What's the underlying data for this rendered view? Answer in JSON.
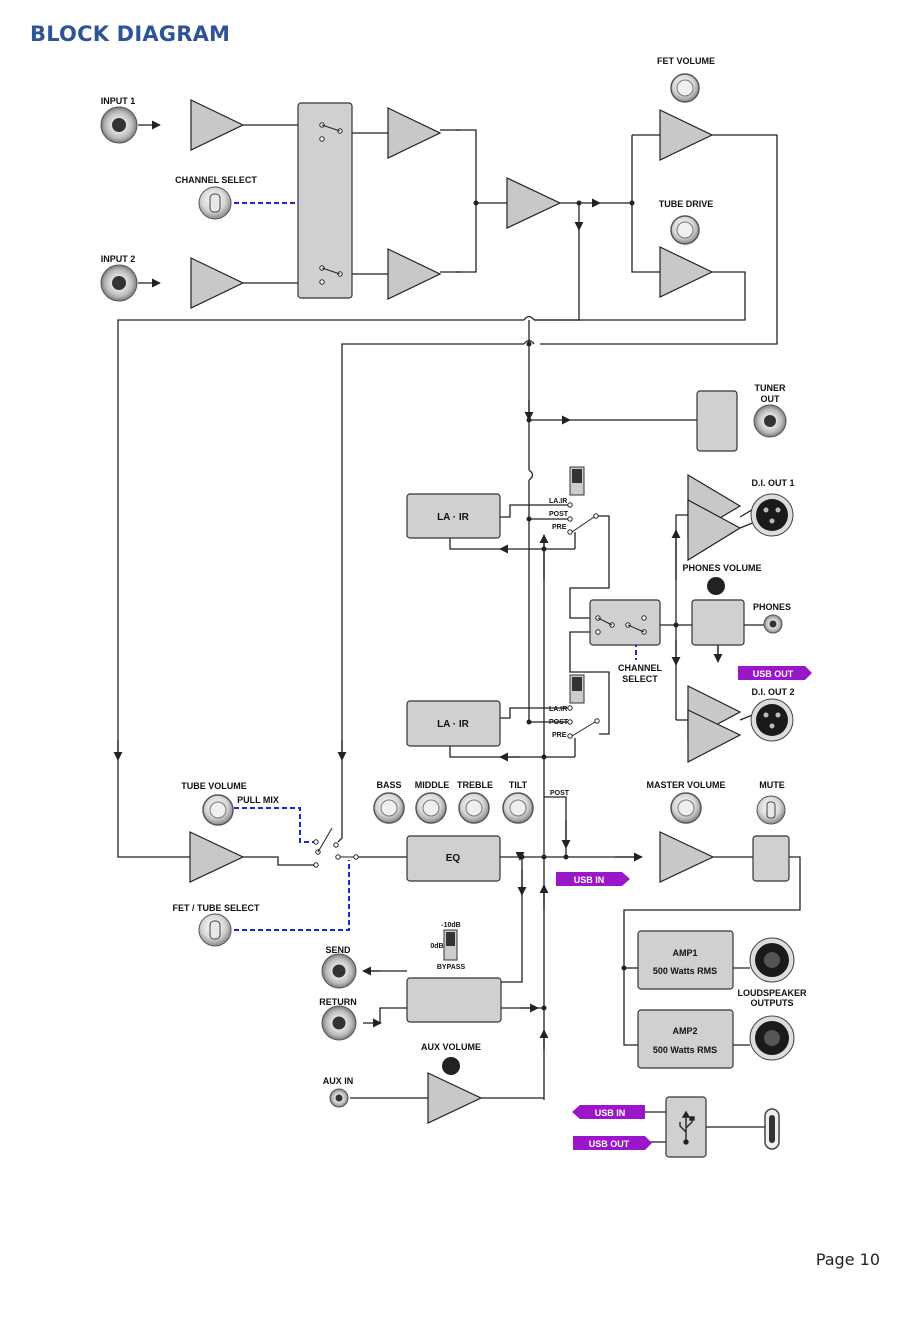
{
  "page": {
    "title": "BLOCK DIAGRAM",
    "page_number": "Page 10"
  },
  "labels": {
    "input1": "INPUT 1",
    "input2": "INPUT 2",
    "channel_select": "CHANNEL SELECT",
    "fet_volume": "FET VOLUME",
    "tube_drive": "TUBE DRIVE",
    "tuner_out_1": "TUNER",
    "tuner_out_2": "OUT",
    "la_ir": "LA · IR",
    "sw_la_ir": "LA.IR",
    "sw_post": "POST",
    "sw_pre": "PRE",
    "di_out1": "D.I. OUT 1",
    "di_out2": "D.I. OUT 2",
    "phones_volume": "PHONES VOLUME",
    "phones": "PHONES",
    "usb_out": "USB OUT",
    "usb_in": "USB IN",
    "channel_select_2a": "CHANNEL",
    "channel_select_2b": "SELECT",
    "post": "POST",
    "tube_volume": "TUBE VOLUME",
    "pull_mix": "PULL MIX",
    "bass": "BASS",
    "middle": "MIDDLE",
    "treble": "TREBLE",
    "tilt": "TILT",
    "eq": "EQ",
    "master_volume": "MASTER VOLUME",
    "mute": "MUTE",
    "fet_tube_select": "FET / TUBE SELECT",
    "pad_minus10": "-10dB",
    "pad_0db": "0dB",
    "pad_bypass": "BYPASS",
    "send": "SEND",
    "return": "RETURN",
    "aux_volume": "AUX VOLUME",
    "aux_in": "AUX IN",
    "amp1": "AMP1",
    "amp1_rating": "500 Watts RMS",
    "amp2": "AMP2",
    "amp2_rating": "500 Watts RMS",
    "loudspeaker_1": "LOUDSPEAKER",
    "loudspeaker_2": "OUTPUTS"
  },
  "colors": {
    "title": "#2f5496",
    "link": "#1a2bd6",
    "usb_tag": "#9b16c8",
    "block": "#c8c8c8"
  }
}
